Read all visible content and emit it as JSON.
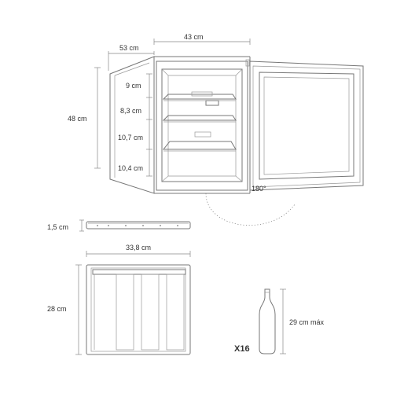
{
  "fridge": {
    "depth_label": "53 cm",
    "width_label": "43 cm",
    "height_label": "48 cm",
    "shelf_gaps": [
      "9 cm",
      "8,3 cm",
      "10,7 cm",
      "10,4 cm"
    ],
    "door_angle_label": "180°"
  },
  "shelf": {
    "thickness_label": "1,5 cm"
  },
  "rack": {
    "width_label": "33,8 cm",
    "height_label": "28 cm"
  },
  "bottle": {
    "height_label": "29 cm máx",
    "count_label": "X16"
  },
  "colors": {
    "line": "#777777",
    "text": "#333333"
  }
}
